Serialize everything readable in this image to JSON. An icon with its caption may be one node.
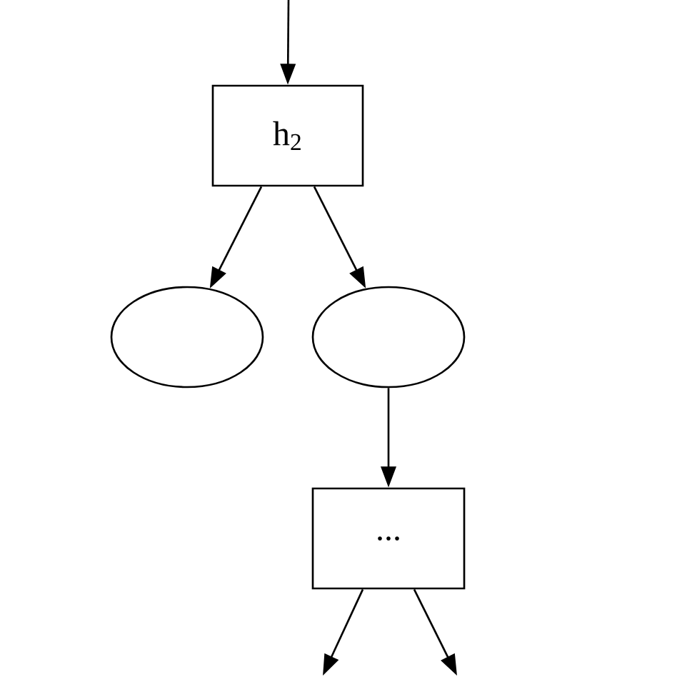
{
  "diagram": {
    "nodes": [
      {
        "text": [
          "h$_{2}$"
        ]
      },
      {
        "text": [],
        "shape": "ellipse"
      },
      {
        "text": [],
        "shape": "ellipse"
      },
      {
        "text": [
          "..."
        ]
      }
    ],
    "edges": [
      {
        "from": null,
        "to": 0,
        "arrow": "to"
      },
      {
        "from": 0,
        "to": 1,
        "arrow": "to"
      },
      {
        "from": 0,
        "to": 2,
        "arrow": "to"
      },
      {
        "from": 2,
        "to": 3,
        "arrow": "to"
      },
      {
        "from": 3,
        "to": null,
        "arrow": "to"
      },
      {
        "from": 3,
        "to": null,
        "arrow": "to"
      }
    ]
  }
}
